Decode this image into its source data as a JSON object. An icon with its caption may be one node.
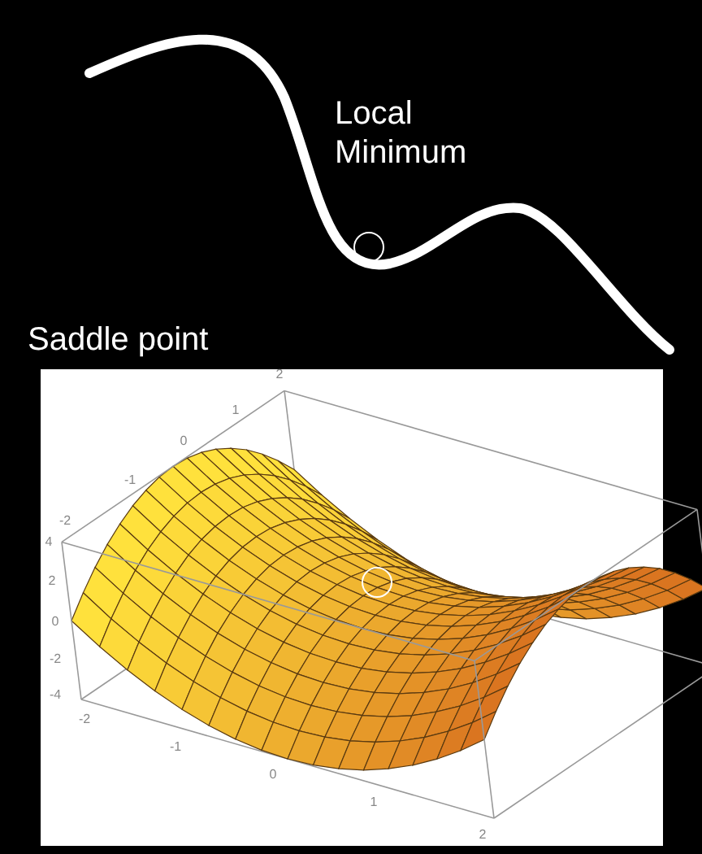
{
  "diagram": {
    "labels": [
      "Local Minimum",
      "Saddle point",
      "2",
      "1",
      "0",
      "-1",
      "-2",
      "4",
      "2",
      "0",
      "-2",
      "-4",
      "-2",
      "-1",
      "0",
      "1",
      "2"
    ]
  }
}
